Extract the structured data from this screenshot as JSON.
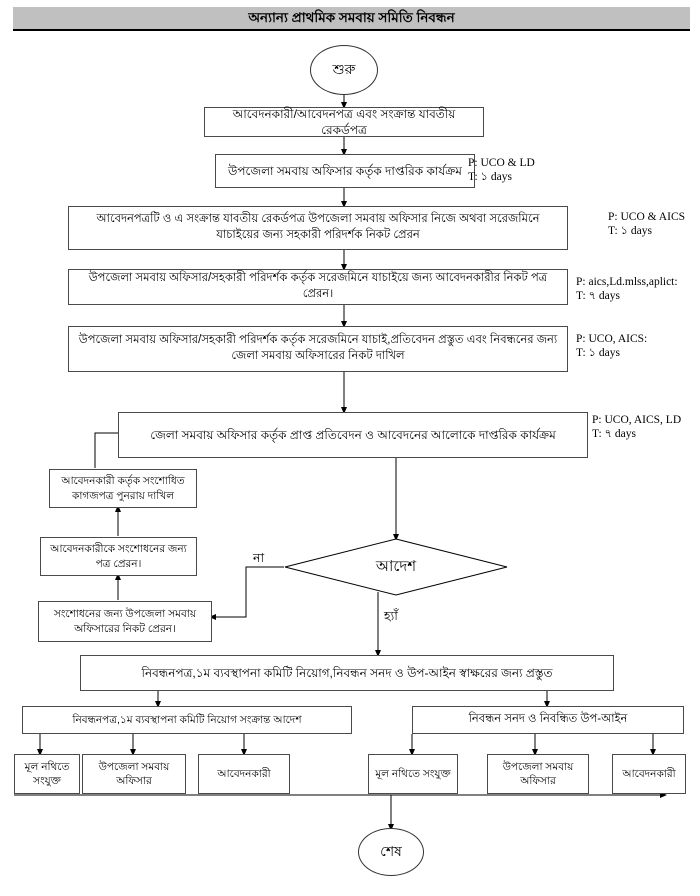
{
  "header": {
    "title": "অন্যান্য প্রাথমিক সমবায় সমিতি নিবন্ধন"
  },
  "colors": {
    "header_bg": "#c0c0c0",
    "box_border": "#4a4a4a",
    "line": "#000000",
    "page_bg": "#ffffff"
  },
  "terminators": {
    "start": "শুরু",
    "end": "শেষ"
  },
  "decision": {
    "label": "আদেশ",
    "no_label": "না",
    "yes_label": "হ্যাঁ"
  },
  "steps": [
    {
      "id": "step1",
      "text": "আবেদনকারী/আবেদনপত্র এবং সংক্রান্ত যাবতীয় রেকর্ডপত্র",
      "annotation": null
    },
    {
      "id": "step2",
      "text": "উপজেলা সমবায় অফিসার কর্তৃক দাপ্তরিক কার্যক্রম",
      "annotation": {
        "person": "P: UCO & LD",
        "time": "T: ১ days"
      }
    },
    {
      "id": "step3",
      "text": "আবেদনপত্রটি ও এ সংক্রান্ত যাবতীয় রেকর্ডপত্র উপজেলা সমবায় অফিসার নিজে অথবা সরেজমিনে যাচাইয়ের জন্য সহকারী পরিদর্শক নিকট প্রেরন",
      "annotation": {
        "person": "P: UCO & AICS",
        "time": "T: ১ days"
      }
    },
    {
      "id": "step4",
      "text": "উপজেলা সমবায় অফিসার/সহকারী পরিদর্শক কর্তৃক সরেজমিনে যাচাইয়ে জন্য আবেদনকারীর নিকট পত্র প্রেরন।",
      "annotation": {
        "person": "P: aics,Ld.mlss,aplict:",
        "time": "T: ৭ days"
      }
    },
    {
      "id": "step5",
      "text": "উপজেলা সমবায় অফিসার/সহকারী পরিদর্শক কর্তৃক সরেজমিনে যাচাই,প্রতিবেদন প্রস্তুত এবং নিবন্ধনের জন্য জেলা সমবায় অফিসারের নিকট দাখিল",
      "annotation": {
        "person": "P: UCO, AICS:",
        "time": "T: ১ days"
      }
    },
    {
      "id": "step6",
      "text": "জেলা সমবায় অফিসার কর্তৃক প্রাপ্ত প্রতিবেদন ও আবেদনের আলোকে দাপ্তরিক কার্যক্রম",
      "annotation": {
        "person": "P: UCO, AICS, LD",
        "time": "T: ৭ days"
      }
    }
  ],
  "rework_loop": [
    {
      "id": "rework_top",
      "text": "আবেদনকারী কর্তৃক সংশোধিত কাগজপত্র পুনরায় দাখিল"
    },
    {
      "id": "rework_mid",
      "text": "আবেদনকারীকে সংশোধনের জন্য পত্র প্রেরন।"
    },
    {
      "id": "rework_bottom",
      "text": "সংশোধনের জন্য উপজেলা সমবায় অফিসারের নিকট প্রেরন।"
    }
  ],
  "prepare_step": {
    "id": "prepare",
    "text": "নিবন্ধনপত্র,১ম ব্যবস্থাপনা কমিটি নিয়োগ,নিবন্ধন সনদ ও উপ-আইন স্বাক্ষরের জন্য প্রস্তুত"
  },
  "outputs": [
    {
      "id": "output_left",
      "text": "নিবন্ধনপত্র,১ম ব্যবস্থাপনা কমিটি নিয়োগ সংক্রান্ত আদেশ",
      "recipients": [
        {
          "id": "left_r1",
          "text": "মূল নথিতে সংযুক্ত"
        },
        {
          "id": "left_r2",
          "text": "উপজেলা সমবায় অফিসার"
        },
        {
          "id": "left_r3",
          "text": "আবেদনকারী"
        }
      ]
    },
    {
      "id": "output_right",
      "text": "নিবন্ধন সনদ ও নিবন্ধিত উপ-আইন",
      "recipients": [
        {
          "id": "right_r1",
          "text": "মূল নথিতে সংযুক্ত"
        },
        {
          "id": "right_r2",
          "text": "উপজেলা সমবায় অফিসার"
        },
        {
          "id": "right_r3",
          "text": "আবেদনকারী"
        }
      ]
    }
  ]
}
